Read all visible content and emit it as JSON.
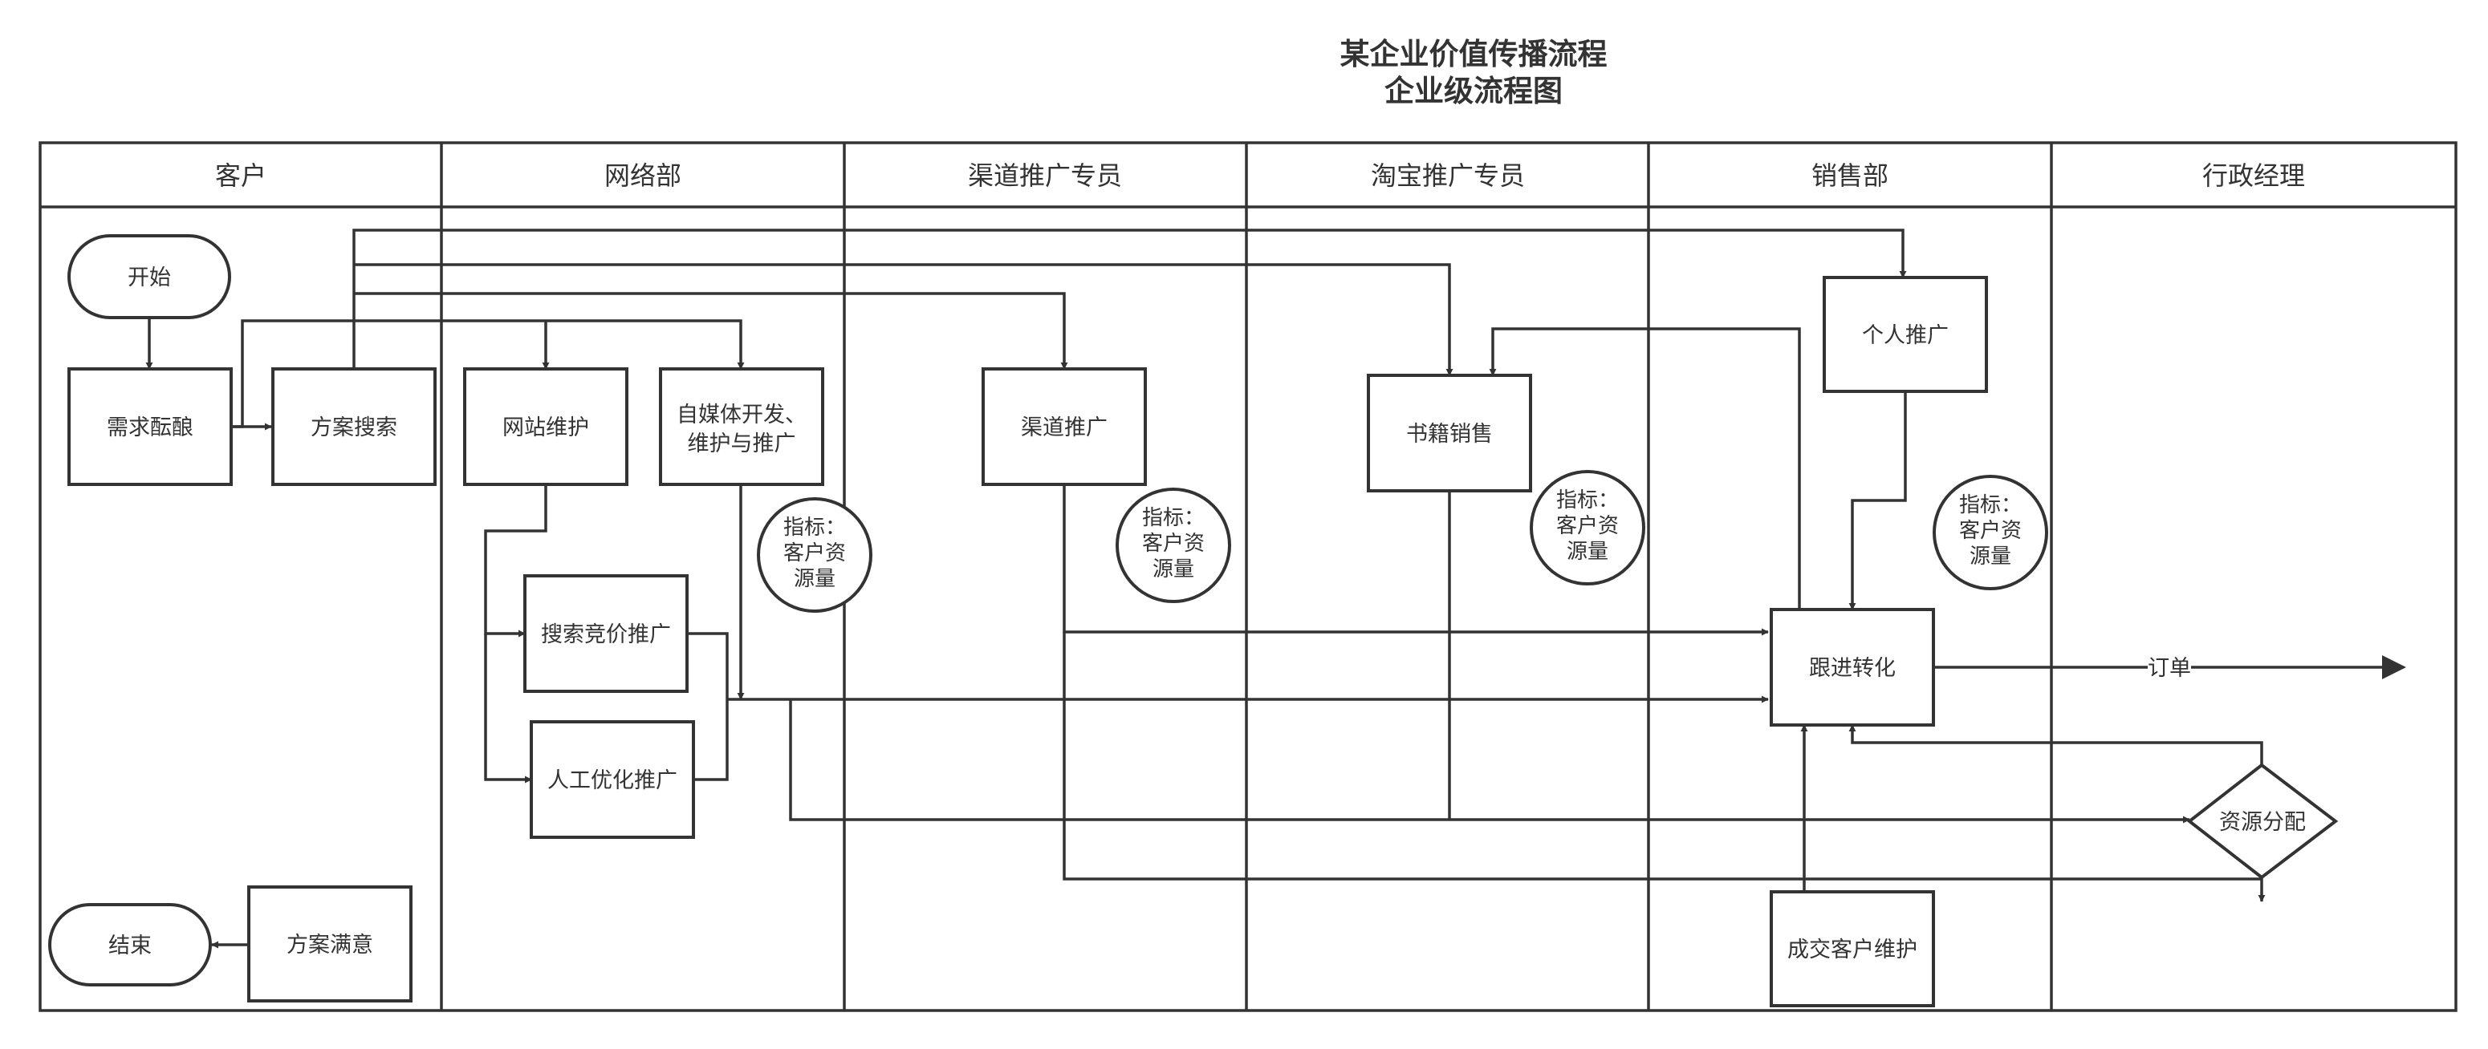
{
  "title": {
    "line1": "某企业价值传播流程",
    "line2": "企业级流程图"
  },
  "lanes": [
    "客户",
    "网络部",
    "渠道推广专员",
    "淘宝推广专员",
    "销售部",
    "行政经理"
  ],
  "nodes": {
    "start": "开始",
    "demand": "需求酝酿",
    "plan_search": "方案搜索",
    "web_maint": "网站维护",
    "media_line1": "自媒体开发、",
    "media_line2": "维护与推广",
    "bid_promo": "搜索竞价推广",
    "manual_opt": "人工优化推广",
    "channel_promo": "渠道推广",
    "book_sales": "书籍销售",
    "personal_promo": "个人推广",
    "follow_convert": "跟进转化",
    "resource_alloc": "资源分配",
    "client_maint": "成交客户维护",
    "plan_satisfied": "方案满意",
    "end": "结束"
  },
  "metric": {
    "line1": "指标：",
    "line2": "客户资",
    "line3": "源量"
  },
  "edge_labels": {
    "order": "订单"
  }
}
